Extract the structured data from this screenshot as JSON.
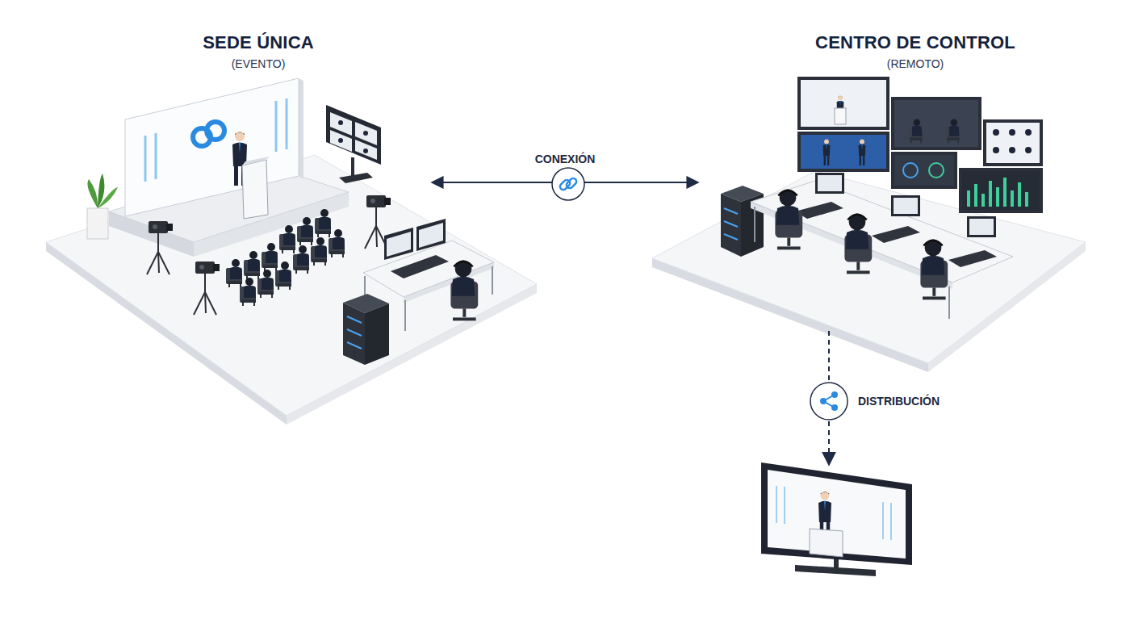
{
  "diagram": {
    "nodes": [
      {
        "text": [
          "SEDE ÚNICA",
          "(EVENTO)"
        ]
      },
      {
        "text": [
          "CENTRO DE CONTROL",
          "(REMOTO)"
        ]
      }
    ],
    "edges": [
      {
        "from": 0,
        "to": 1,
        "label": "CONEXIÓN",
        "arrow": "both"
      }
    ],
    "labels": [
      "DISTRIBUCIÓN"
    ]
  }
}
